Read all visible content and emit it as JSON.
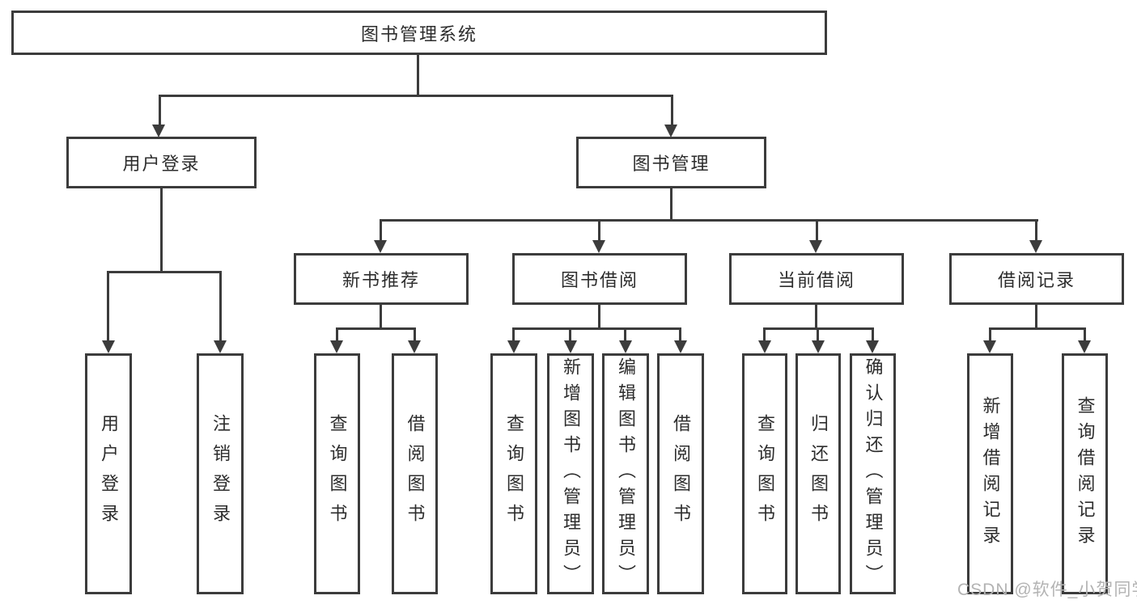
{
  "diagram": {
    "type": "hierarchy-tree",
    "nodes": {
      "root": "图书管理系统",
      "user_login": "用户登录",
      "book_mgmt": "图书管理",
      "new_book": "新书推荐",
      "book_borrow": "图书借阅",
      "current_borrow": "当前借阅",
      "borrow_record": "借阅记录",
      "user_login_children": [
        "用户登录",
        "注销登录"
      ],
      "new_book_children": [
        "查询图书",
        "借阅图书"
      ],
      "book_borrow_children": [
        "查询图书",
        "新增图书（管理员）",
        "编辑图书（管理员）",
        "借阅图书"
      ],
      "current_borrow_children": [
        "查询图书",
        "归还图书",
        "确认归还（管理员）"
      ],
      "borrow_record_children": [
        "新增借阅记录",
        "查询借阅记录"
      ]
    },
    "watermark": "CSDN @软件_小贺同学",
    "colors": {
      "line": "#3c3c3c",
      "text": "#2d2d2d",
      "background": "#ffffff",
      "watermark": "#b3b3b3"
    }
  }
}
